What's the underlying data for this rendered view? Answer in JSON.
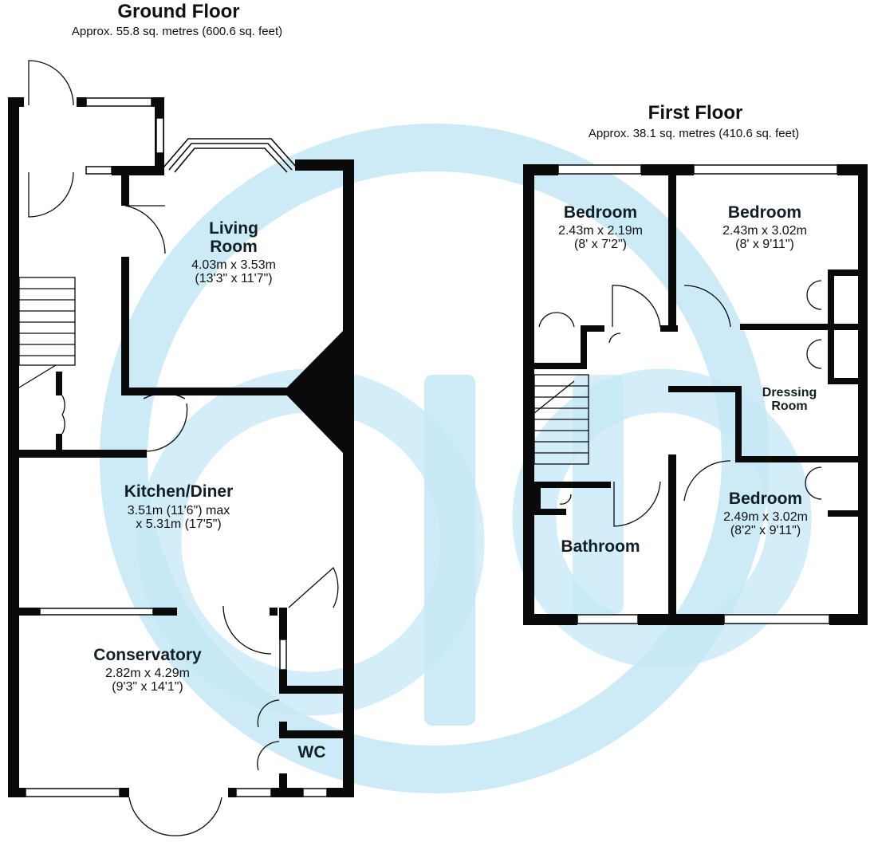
{
  "ground_floor": {
    "title": "Ground Floor",
    "area": "Approx. 55.8 sq. metres (600.6 sq. feet)",
    "rooms": {
      "living_room": {
        "name_line1": "Living",
        "name_line2": "Room",
        "dim_metric": "4.03m x 3.53m",
        "dim_imperial": "(13'3\" x 11'7\")"
      },
      "kitchen_diner": {
        "name": "Kitchen/Diner",
        "dim_line1": "3.51m (11'6\") max",
        "dim_line2": "x 5.31m (17'5\")"
      },
      "conservatory": {
        "name": "Conservatory",
        "dim_metric": "2.82m x 4.29m",
        "dim_imperial": "(9'3\" x 14'1\")"
      },
      "wc": {
        "name": "WC"
      }
    }
  },
  "first_floor": {
    "title": "First Floor",
    "area": "Approx. 38.1 sq. metres (410.6 sq. feet)",
    "rooms": {
      "bedroom_1": {
        "name": "Bedroom",
        "dim_metric": "2.43m x 2.19m",
        "dim_imperial": "(8' x 7'2\")"
      },
      "bedroom_2": {
        "name": "Bedroom",
        "dim_metric": "2.43m x 3.02m",
        "dim_imperial": "(8' x 9'11\")"
      },
      "dressing_room": {
        "name_line1": "Dressing",
        "name_line2": "Room"
      },
      "bedroom_3": {
        "name": "Bedroom",
        "dim_metric": "2.49m x 3.02m",
        "dim_imperial": "(8'2\" x 9'11\")"
      },
      "bathroom": {
        "name": "Bathroom"
      }
    }
  },
  "colors": {
    "wall": "#0a0a0a",
    "watermark": "#bfe6f4",
    "room_label": "#0f1e27"
  }
}
